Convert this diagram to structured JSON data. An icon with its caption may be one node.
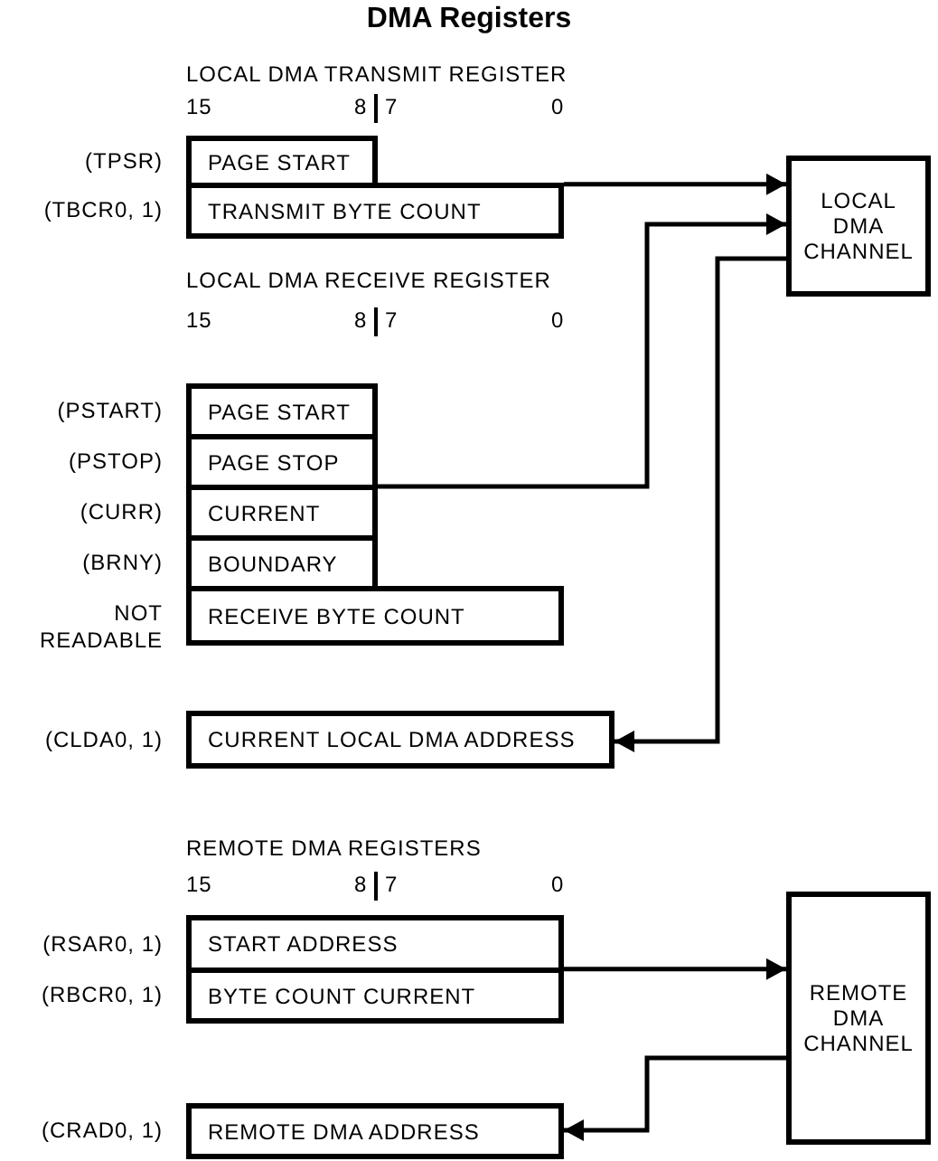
{
  "diagram": {
    "title": "DMA Registers",
    "nodes": [
      {
        "text": [
          "PAGE START"
        ],
        "beside": [
          "(TPSR)"
        ]
      },
      {
        "text": [
          "TRANSMIT BYTE COUNT"
        ],
        "beside": [
          "(TBCR0, 1)"
        ]
      },
      {
        "text": [
          "LOCAL DMA CHANNEL"
        ]
      },
      {
        "text": [
          "PAGE START"
        ],
        "beside": [
          "(PSTART)"
        ]
      },
      {
        "text": [
          "PAGE STOP"
        ],
        "beside": [
          "(PSTOP)"
        ]
      },
      {
        "text": [
          "CURRENT"
        ],
        "beside": [
          "(CURR)"
        ]
      },
      {
        "text": [
          "BOUNDARY"
        ],
        "beside": [
          "(BRNY)"
        ]
      },
      {
        "text": [
          "RECEIVE BYTE COUNT"
        ],
        "beside": [
          "NOT READABLE"
        ]
      },
      {
        "text": [
          "CURRENT LOCAL DMA ADDRESS"
        ],
        "beside": [
          "(CLDA0, 1)"
        ]
      },
      {
        "text": [
          "START ADDRESS"
        ],
        "beside": [
          "(RSAR0, 1)"
        ]
      },
      {
        "text": [
          "BYTE COUNT CURRENT"
        ],
        "beside": [
          "(RBCR0, 1)"
        ]
      },
      {
        "text": [
          "REMOTE DMA CHANNEL"
        ]
      },
      {
        "text": [
          "REMOTE DMA ADDRESS"
        ],
        "beside": [
          "(CRAD0, 1)"
        ]
      }
    ],
    "edges": [
      {
        "from": 1,
        "to": 2,
        "arrow": "to"
      },
      {
        "from": 4,
        "to": 2,
        "arrow": "to"
      },
      {
        "from": 2,
        "to": 8,
        "arrow": "to"
      },
      {
        "from": 10,
        "to": 11,
        "arrow": "to"
      },
      {
        "from": 11,
        "to": 12,
        "arrow": "to"
      }
    ],
    "labels": [
      "LOCAL DMA TRANSMIT REGISTER",
      "15",
      "8",
      "7",
      "0",
      "LOCAL DMA RECEIVE REGISTER",
      "15",
      "8",
      "7",
      "0",
      "REMOTE DMA REGISTERS",
      "15",
      "8",
      "7",
      "0"
    ]
  }
}
